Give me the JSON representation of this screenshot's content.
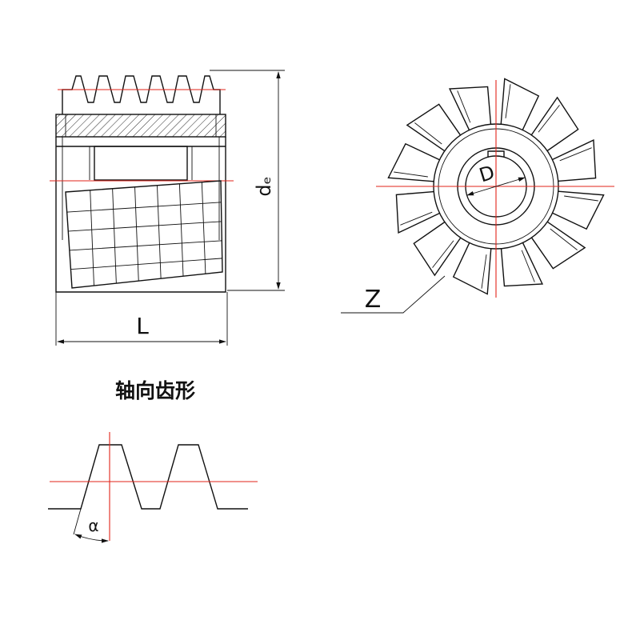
{
  "labels": {
    "length": "L",
    "outer_diameter": "dₑ",
    "bore_diameter": "D",
    "teeth": "Z",
    "angle": "α",
    "axial_profile_title": "轴向齿形"
  },
  "colors": {
    "line": "#111111",
    "centerline": "#e2231a",
    "background": "#ffffff"
  }
}
